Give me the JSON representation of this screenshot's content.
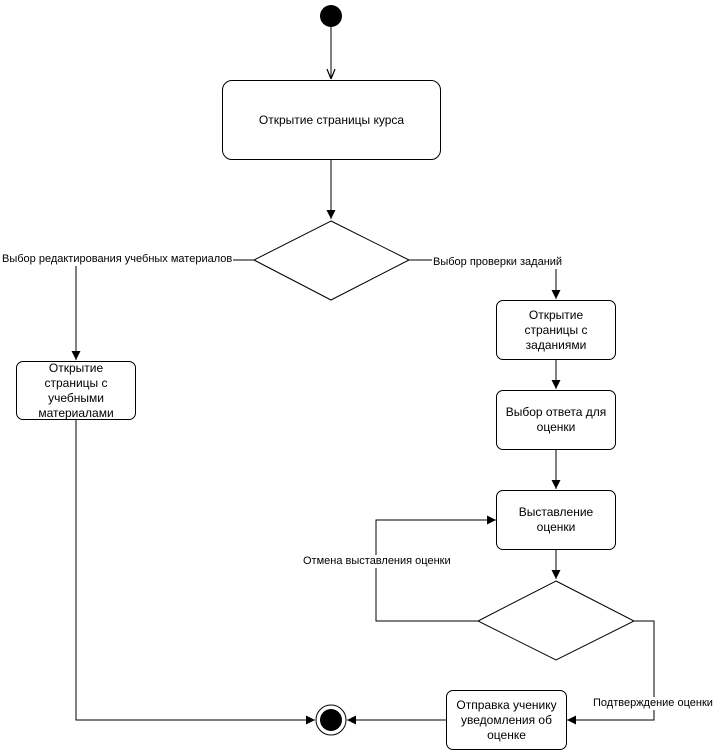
{
  "nodes": {
    "open_course": "Открытие страницы курса",
    "open_materials": "Открытие страницы с учебными материалами",
    "open_tasks": "Открытие страницы с заданиями",
    "choose_answer": "Выбор ответа для оценки",
    "set_grade": "Выставление оценки",
    "notify_student": "Отправка ученику уведомления об оценке"
  },
  "edges": {
    "choose_edit_materials": "Выбор редактирования учебных материалов",
    "choose_check_tasks": "Выбор проверки заданий",
    "cancel_grade": "Отмена выставления оценки",
    "confirm_grade": "Подтверждение оценки"
  },
  "colors": {
    "stroke": "#000000",
    "fill": "#ffffff"
  }
}
